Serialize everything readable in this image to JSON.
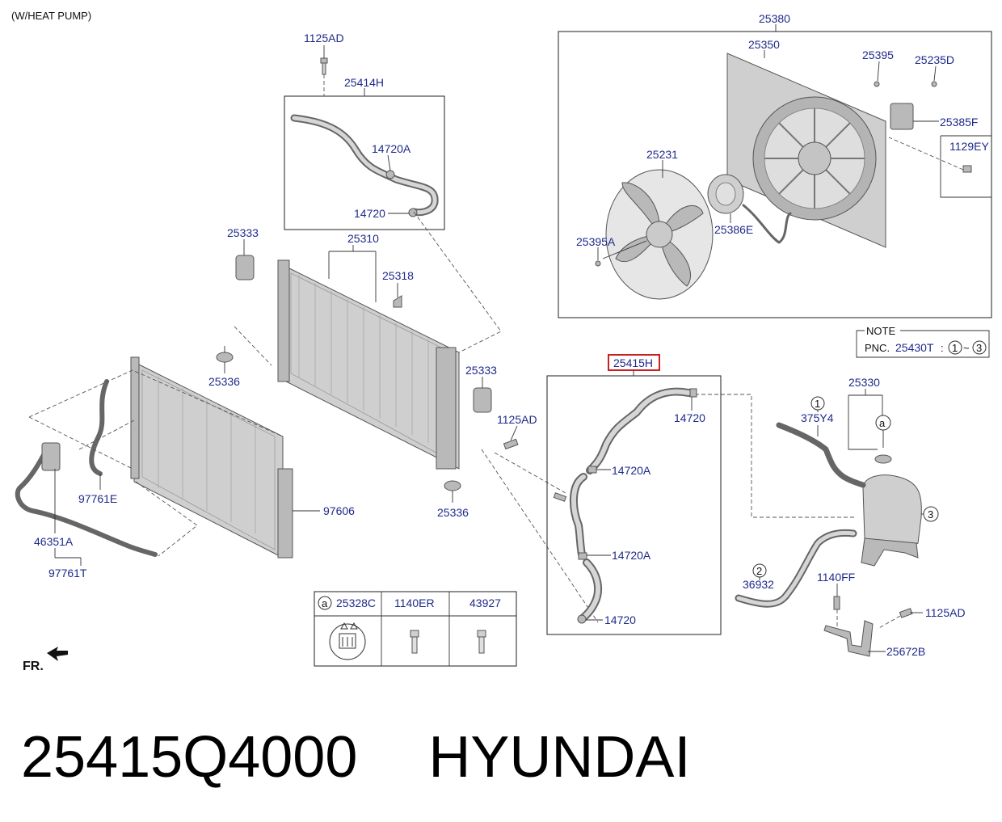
{
  "header_note": "(W/HEAT PUMP)",
  "callouts": {
    "c1125AD_top": "1125AD",
    "c25414H": "25414H",
    "c14720A_top": "14720A",
    "c14720_top": "14720",
    "c25333_left": "25333",
    "c25310": "25310",
    "c25318": "25318",
    "c25336_left": "25336",
    "c25333_right": "25333",
    "c1125AD_mid": "1125AD",
    "c25336_bottom": "25336",
    "c97761E": "97761E",
    "c46351A": "46351A",
    "c97761T": "97761T",
    "c97606": "97606",
    "c25380": "25380",
    "c25350": "25350",
    "c25395": "25395",
    "c25235D": "25235D",
    "c25385F": "25385F",
    "c1129EY": "1129EY",
    "c25231": "25231",
    "c25386E": "25386E",
    "c25395A": "25395A",
    "c25415H": "25415H",
    "c14720_r1": "14720",
    "c14720A_r1": "14720A",
    "c14720A_r2": "14720A",
    "c14720_r2": "14720",
    "c25330": "25330",
    "c375Y4": "375Y4",
    "c36932": "36932",
    "c1140FF": "1140FF",
    "c1125AD_right": "1125AD",
    "c25672B": "25672B"
  },
  "markers": {
    "one": "1",
    "two": "2",
    "three": "3",
    "a": "a"
  },
  "note": {
    "title": "NOTE",
    "pnc_label": "PNC.",
    "pnc_value": "25430T",
    "colon": ":",
    "range_start": "1",
    "tilde": "~",
    "range_end": "3"
  },
  "legend": {
    "marker": "a",
    "col1": "25328C",
    "col2": "1140ER",
    "col3": "43927"
  },
  "front_label": "FR.",
  "footer": {
    "part_number": "25415Q4000",
    "brand": "HYUNDAI"
  },
  "colors": {
    "callout_text": "#1f2a8a",
    "highlight_box": "#cc1f1f"
  }
}
